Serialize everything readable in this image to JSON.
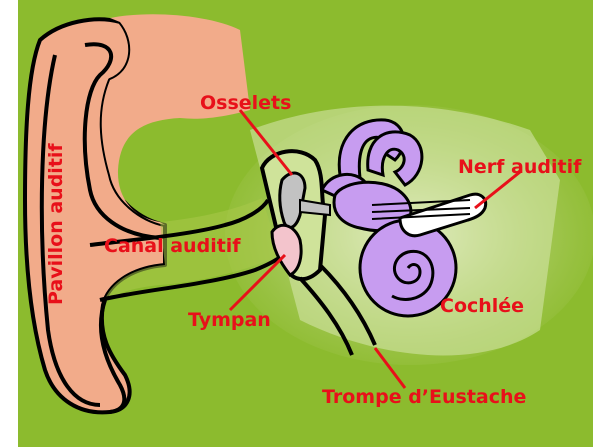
{
  "labels": {
    "pavillon": "Pavillon auditif",
    "canal": "Canal auditif",
    "osselets": "Osselets",
    "tympan": "Tympan",
    "nerf": "Nerf auditif",
    "cochlee": "Cochlée",
    "trompe": "Trompe d’Eustache"
  },
  "colors": {
    "background": "#8cbb2e",
    "skin": "#f2ab8a",
    "label": "#e8101a",
    "cochlea": "#c79cf0",
    "ossicles": "#c2c2c2",
    "eardrum": "#f3c4cc",
    "nerve": "#ffffff",
    "outline": "#000000"
  }
}
